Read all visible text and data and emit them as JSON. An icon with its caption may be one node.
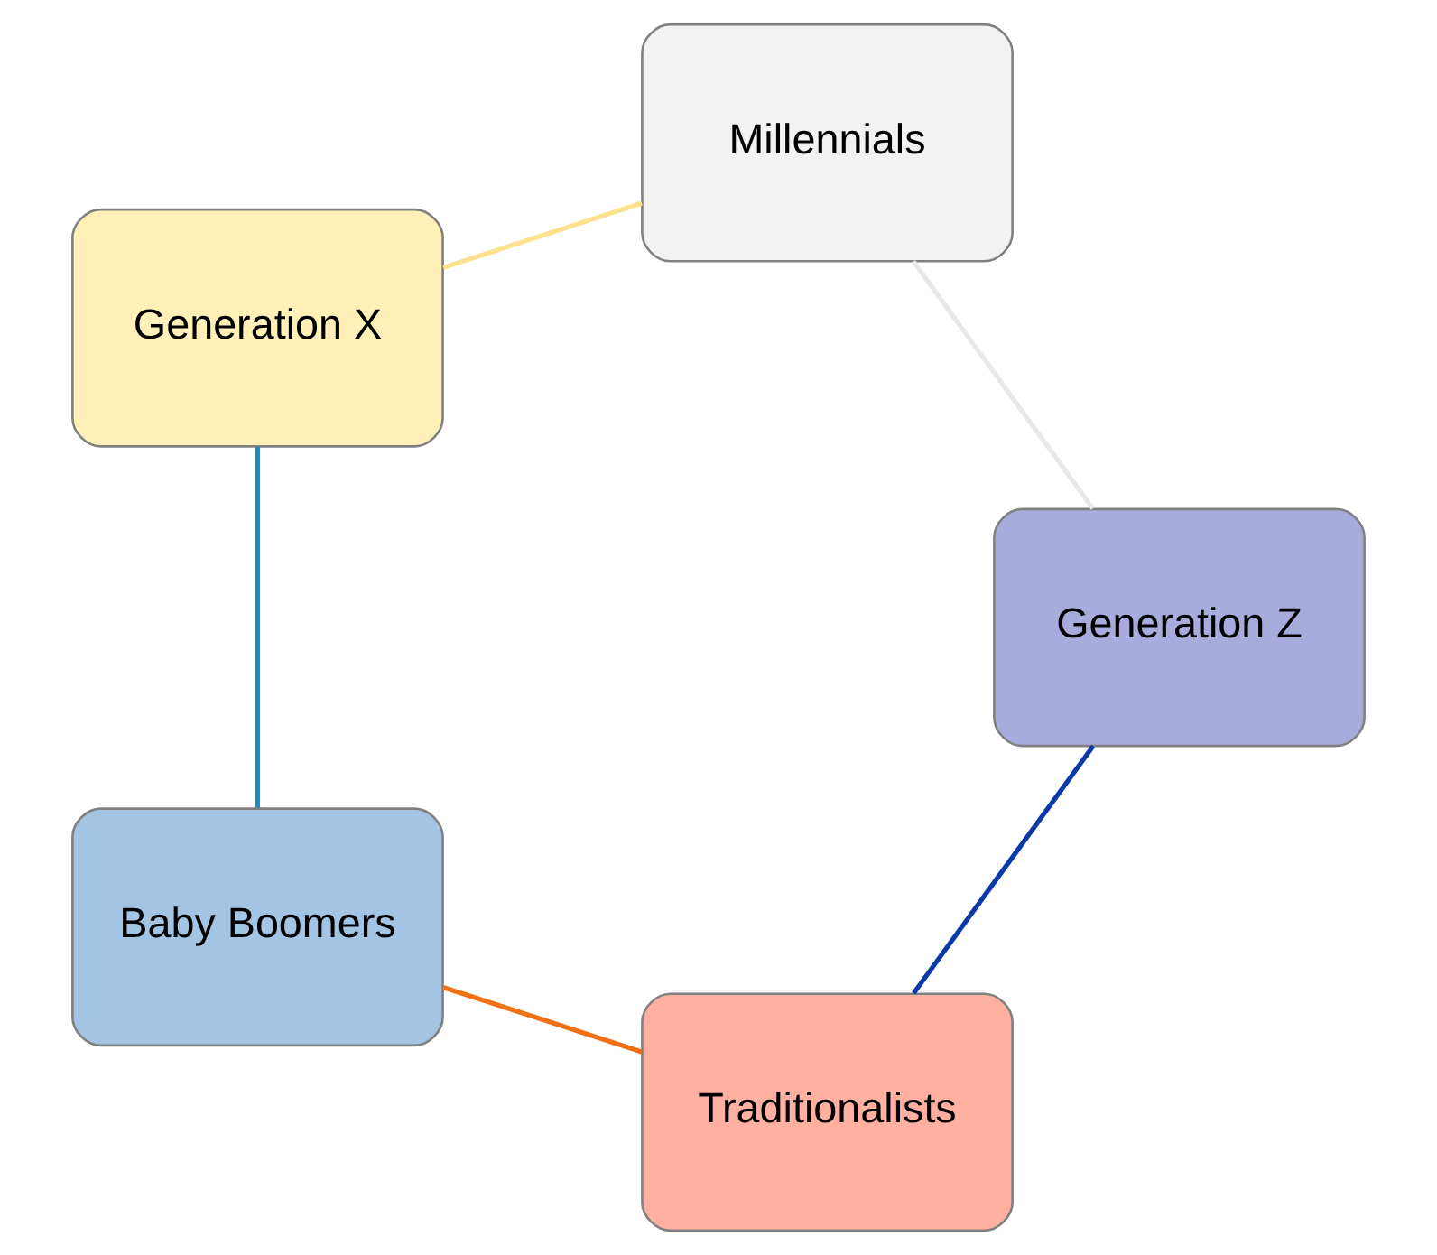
{
  "diagram": {
    "nodes": [
      {
        "text": [
          "Traditionalists"
        ]
      },
      {
        "text": [
          "Baby Boomers"
        ]
      },
      {
        "text": [
          "Generation X"
        ]
      },
      {
        "text": [
          "Millennials"
        ]
      },
      {
        "text": [
          "Generation Z"
        ]
      }
    ],
    "edges": [
      {
        "from": 0,
        "to": 1,
        "arrow": "none",
        "color": "#f07014"
      },
      {
        "from": 1,
        "to": 2,
        "arrow": "none",
        "color": "#1a8cbc"
      },
      {
        "from": 2,
        "to": 3,
        "arrow": "none",
        "color": "#ffe08c"
      },
      {
        "from": 3,
        "to": 4,
        "arrow": "none",
        "color": "#e8e8e8"
      },
      {
        "from": 4,
        "to": 0,
        "arrow": "none",
        "color": "#0a3aa8"
      }
    ]
  }
}
